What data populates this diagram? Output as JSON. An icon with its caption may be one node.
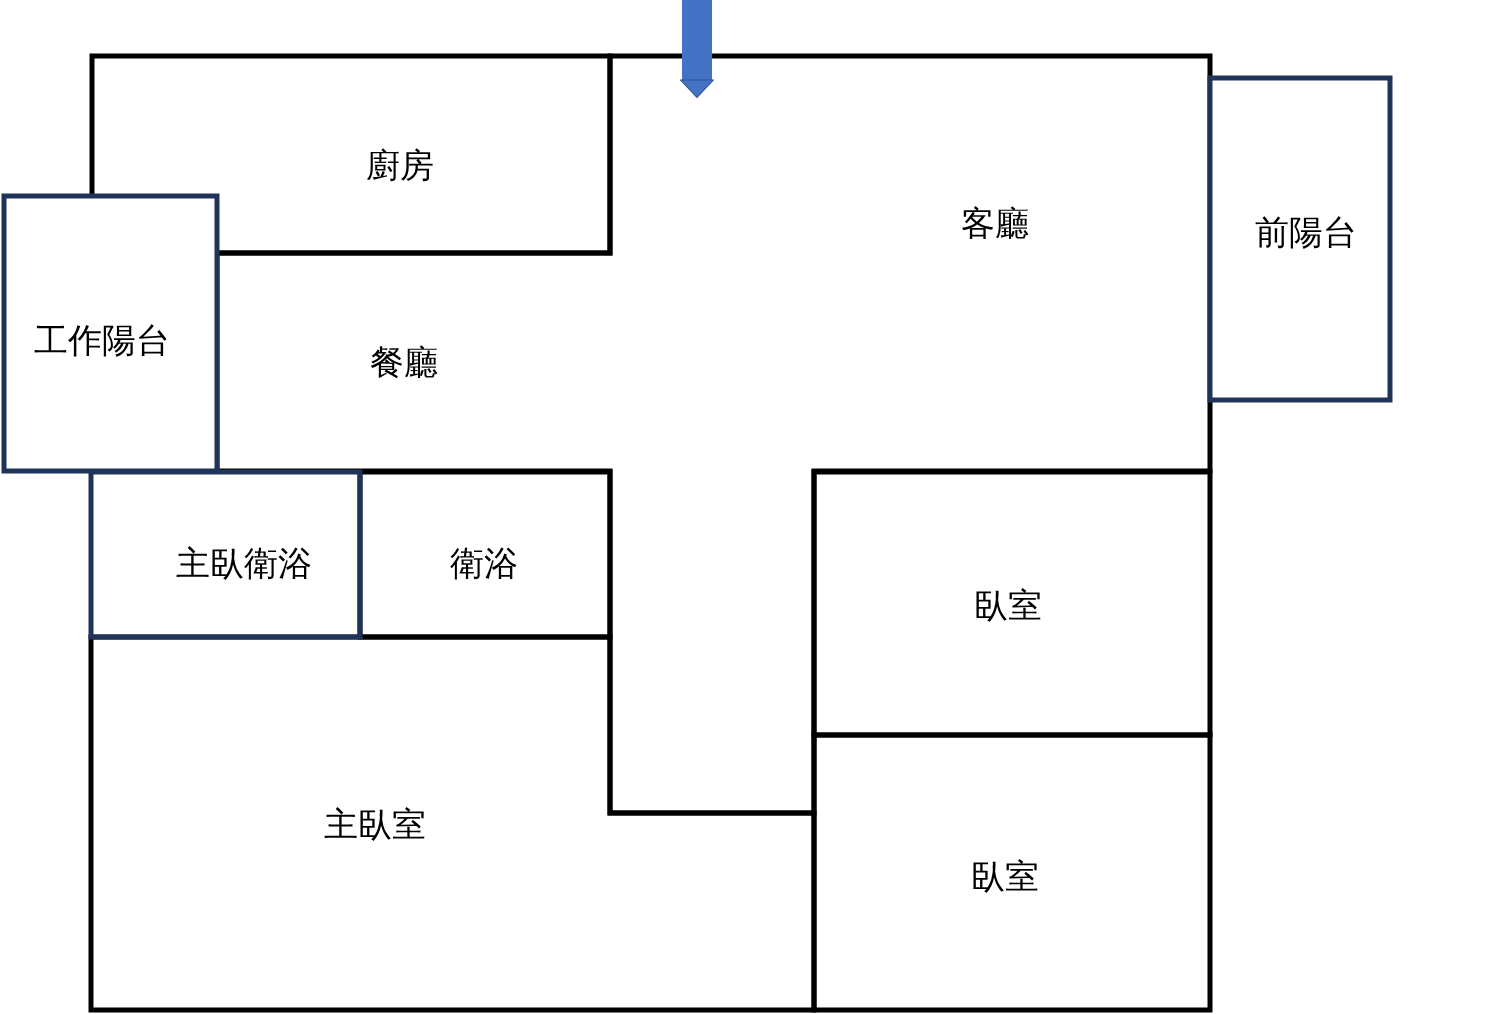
{
  "diagram": {
    "nodes": [
      {
        "text": [
          "廚房"
        ]
      },
      {
        "text": [
          "客廳",
          "餐廳"
        ]
      },
      {
        "text": [
          "前陽台"
        ]
      },
      {
        "text": [
          "工作陽台"
        ]
      },
      {
        "text": [
          "主臥衛浴"
        ]
      },
      {
        "text": [
          "衛浴"
        ]
      },
      {
        "text": [
          "臥室"
        ]
      },
      {
        "text": [
          "臥室"
        ]
      },
      {
        "text": [
          "主臥室"
        ]
      }
    ],
    "edges": [
      {
        "from": null,
        "to": 1,
        "arrow": "to"
      }
    ]
  }
}
